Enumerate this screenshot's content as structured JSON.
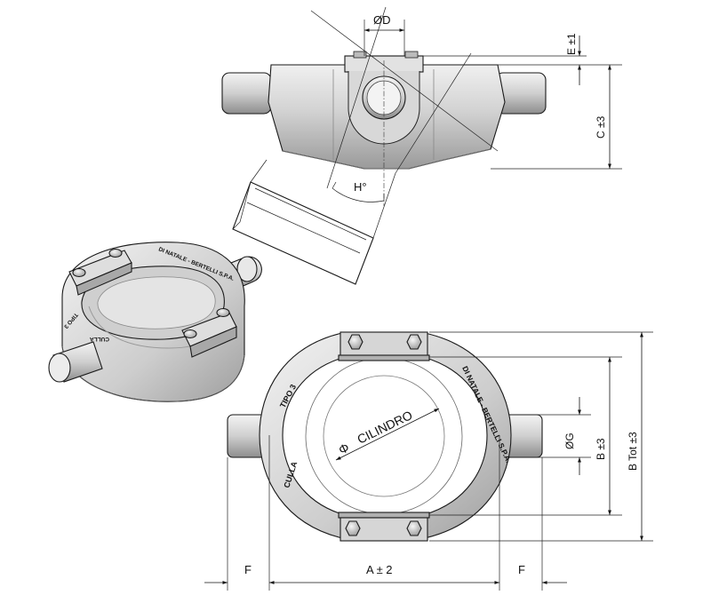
{
  "labels": {
    "dia_d": "ØD",
    "e_tol": "E ±1",
    "c_tol": "C ±3",
    "angle_h": "H°",
    "dia_g": "ØG",
    "b_tol": "B ±3",
    "b_tot_tol": "B Tot ±3",
    "f_left": "F",
    "a_tol": "A ± 2",
    "f_right": "F",
    "cylinder_dia": "Φ",
    "cylinder": "CILINDRO",
    "ring_text_left": "CULLA",
    "ring_text_top": "TIPO 3",
    "ring_text_right": "DI NATALE - BERTELLI S.P.A."
  },
  "colors": {
    "metal_light": "#eeeeee",
    "metal_mid": "#c9c9c9",
    "metal_dark": "#8a8a8a",
    "line": "#1a1a1a"
  }
}
